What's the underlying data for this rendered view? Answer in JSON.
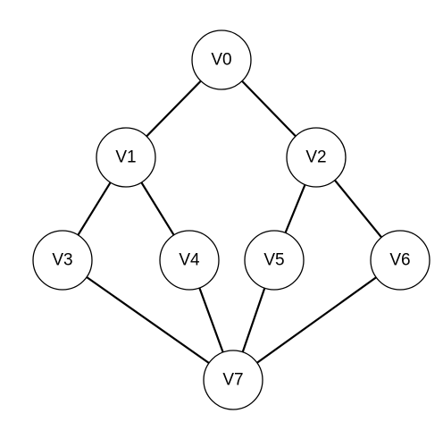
{
  "graph": {
    "nodes": [
      {
        "id": "v0",
        "label": "V0"
      },
      {
        "id": "v1",
        "label": "V1"
      },
      {
        "id": "v2",
        "label": "V2"
      },
      {
        "id": "v3",
        "label": "V3"
      },
      {
        "id": "v4",
        "label": "V4"
      },
      {
        "id": "v5",
        "label": "V5"
      },
      {
        "id": "v6",
        "label": "V6"
      },
      {
        "id": "v7",
        "label": "V7"
      }
    ],
    "edges": [
      {
        "from": "v0",
        "to": "v1"
      },
      {
        "from": "v0",
        "to": "v2"
      },
      {
        "from": "v1",
        "to": "v3"
      },
      {
        "from": "v1",
        "to": "v4"
      },
      {
        "from": "v2",
        "to": "v5"
      },
      {
        "from": "v2",
        "to": "v6"
      },
      {
        "from": "v3",
        "to": "v7"
      },
      {
        "from": "v4",
        "to": "v7"
      },
      {
        "from": "v5",
        "to": "v7"
      },
      {
        "from": "v6",
        "to": "v7"
      }
    ],
    "colors": {
      "edge": "#000000",
      "node_fill": "#ffffff",
      "node_stroke": "#000000",
      "text": "#000000"
    }
  }
}
